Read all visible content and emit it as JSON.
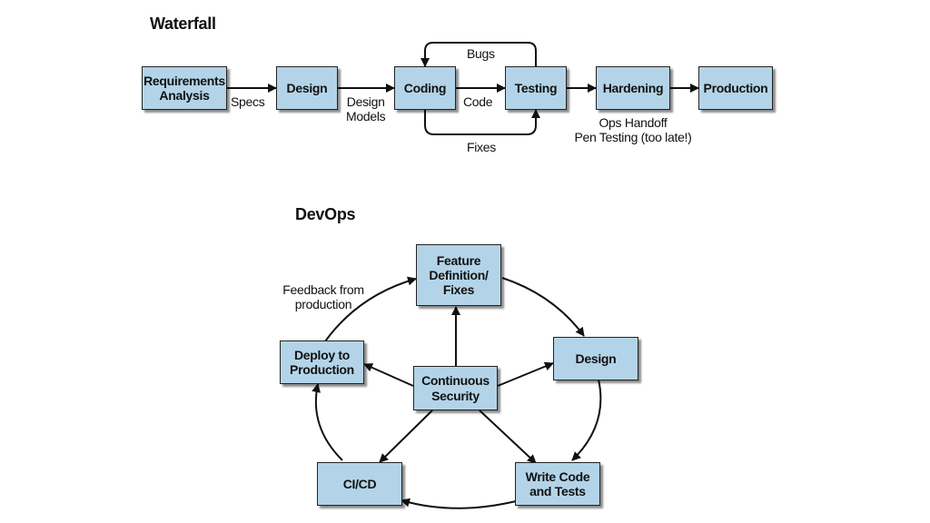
{
  "waterfall": {
    "title": "Waterfall",
    "nodes": {
      "requirements": "Requirements\nAnalysis",
      "design": "Design",
      "coding": "Coding",
      "testing": "Testing",
      "hardening": "Hardening",
      "production": "Production"
    },
    "edge_labels": {
      "specs": "Specs",
      "design_models": "Design\nModels",
      "code": "Code",
      "bugs": "Bugs",
      "fixes": "Fixes",
      "hardening_notes": "Ops Handoff\nPen Testing (too late!)"
    }
  },
  "devops": {
    "title": "DevOps",
    "nodes": {
      "feature": "Feature\nDefinition/\nFixes",
      "design": "Design",
      "write_code": "Write Code\nand Tests",
      "cicd": "CI/CD",
      "deploy": "Deploy to\nProduction",
      "security": "Continuous\nSecurity"
    },
    "edge_labels": {
      "feedback": "Feedback from\nproduction"
    }
  },
  "colors": {
    "box_fill": "#b3d4e8",
    "stroke": "#222222"
  }
}
